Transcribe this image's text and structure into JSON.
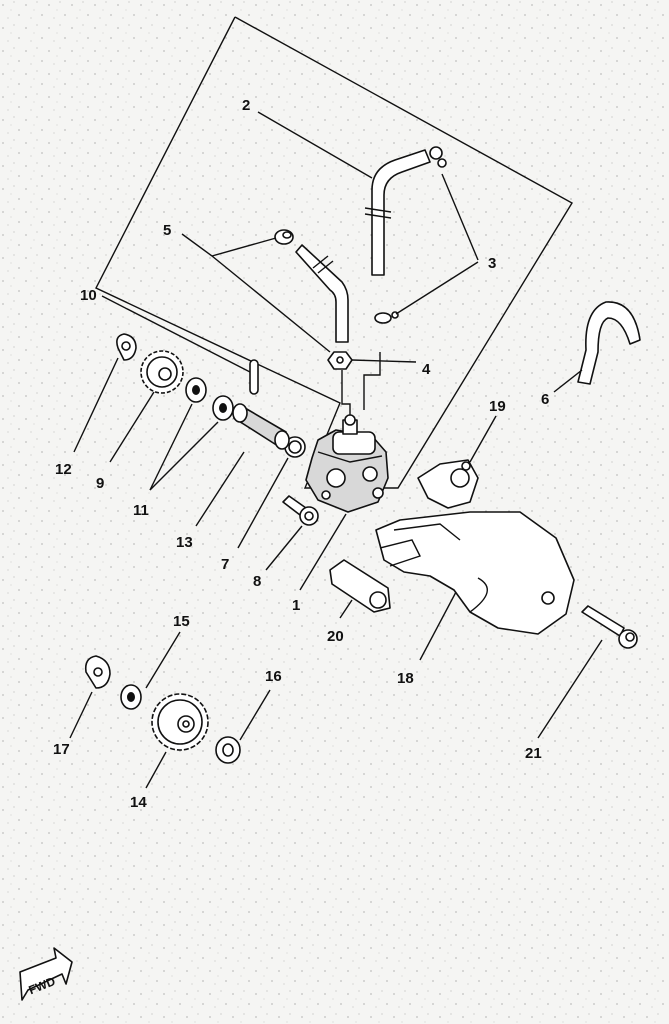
{
  "callouts": [
    {
      "id": "c1",
      "text": "1"
    },
    {
      "id": "c2",
      "text": "2"
    },
    {
      "id": "c3",
      "text": "3"
    },
    {
      "id": "c4",
      "text": "4"
    },
    {
      "id": "c5",
      "text": "5"
    },
    {
      "id": "c6",
      "text": "6"
    },
    {
      "id": "c7",
      "text": "7"
    },
    {
      "id": "c8",
      "text": "8"
    },
    {
      "id": "c9",
      "text": "9"
    },
    {
      "id": "c10",
      "text": "10"
    },
    {
      "id": "c11",
      "text": "11"
    },
    {
      "id": "c12",
      "text": "12"
    },
    {
      "id": "c13",
      "text": "13"
    },
    {
      "id": "c14",
      "text": "14"
    },
    {
      "id": "c15",
      "text": "15"
    },
    {
      "id": "c16",
      "text": "16"
    },
    {
      "id": "c17",
      "text": "17"
    },
    {
      "id": "c18",
      "text": "18"
    },
    {
      "id": "c19",
      "text": "19"
    },
    {
      "id": "c20",
      "text": "20"
    },
    {
      "id": "c21",
      "text": "21"
    }
  ],
  "forward_marker": "FWD",
  "colors": {
    "ink": "#111111",
    "paper": "#f5f5f3"
  }
}
